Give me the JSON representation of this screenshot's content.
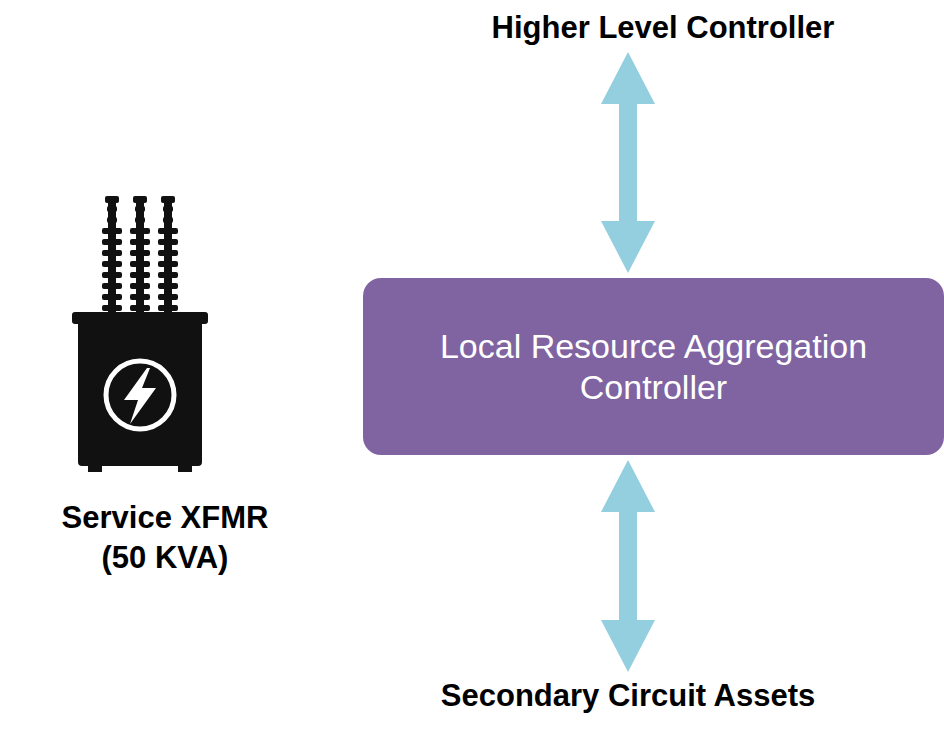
{
  "diagram": {
    "nodes": [
      {
        "text": [
          "Higher Level Controller"
        ]
      },
      {
        "text": [
          "Local Resource Aggregation Controller"
        ]
      },
      {
        "text": [
          "Secondary Circuit Assets"
        ]
      }
    ],
    "edges": [
      {
        "from": 1,
        "to": 0,
        "arrow": "both"
      },
      {
        "from": 1,
        "to": 2,
        "arrow": "both"
      }
    ],
    "labels": [
      "Service XFMR (50 KVA)"
    ]
  }
}
